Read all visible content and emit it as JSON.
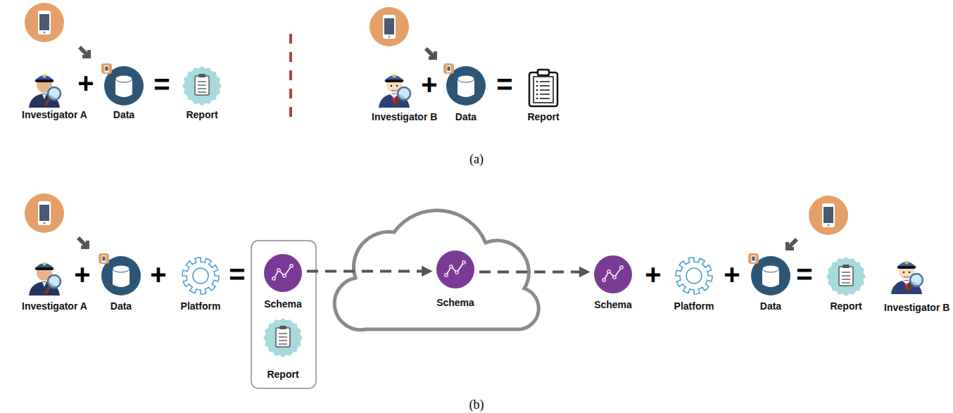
{
  "diagram": {
    "nodes": [
      {
        "text": [
          "Investigator A"
        ]
      },
      {
        "text": [
          "Data"
        ]
      },
      {
        "text": [
          "Report"
        ]
      },
      {
        "text": [
          "Investigator B"
        ]
      },
      {
        "text": [
          "Data"
        ]
      },
      {
        "text": [
          "Report"
        ]
      },
      {
        "text": [
          "Investigator A"
        ]
      },
      {
        "text": [
          "Data"
        ]
      },
      {
        "text": [
          "Platform"
        ]
      },
      {
        "text": [
          "Schema"
        ]
      },
      {
        "text": [
          "Report"
        ]
      },
      {
        "text": [
          "Schema"
        ]
      },
      {
        "text": [
          "Schema"
        ]
      },
      {
        "text": [
          "Platform"
        ]
      },
      {
        "text": [
          "Data"
        ]
      },
      {
        "text": [
          "Report"
        ]
      },
      {
        "text": [
          "Investigator B"
        ]
      }
    ],
    "edges": [
      {
        "from": 9,
        "to": 11,
        "arrow": "to"
      },
      {
        "from": 11,
        "to": 12,
        "arrow": "to"
      }
    ],
    "labels": [
      "+",
      "=",
      "+",
      "=",
      "(a)",
      "+",
      "+",
      "=",
      "+",
      "+",
      "=",
      "(b)"
    ]
  }
}
